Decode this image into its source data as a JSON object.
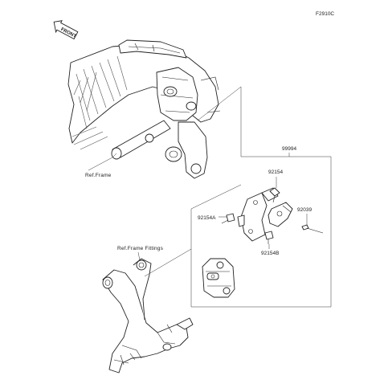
{
  "diagram": {
    "figure_code": "F2910C",
    "front_badge": "FRONT",
    "labels": {
      "ref_frame": "Ref.Frame",
      "ref_frame_fittings": "Ref.Frame Fittings"
    },
    "parts": [
      {
        "code": "99994"
      },
      {
        "code": "92154"
      },
      {
        "code": "92154A"
      },
      {
        "code": "92039"
      },
      {
        "code": "92154B"
      }
    ]
  }
}
